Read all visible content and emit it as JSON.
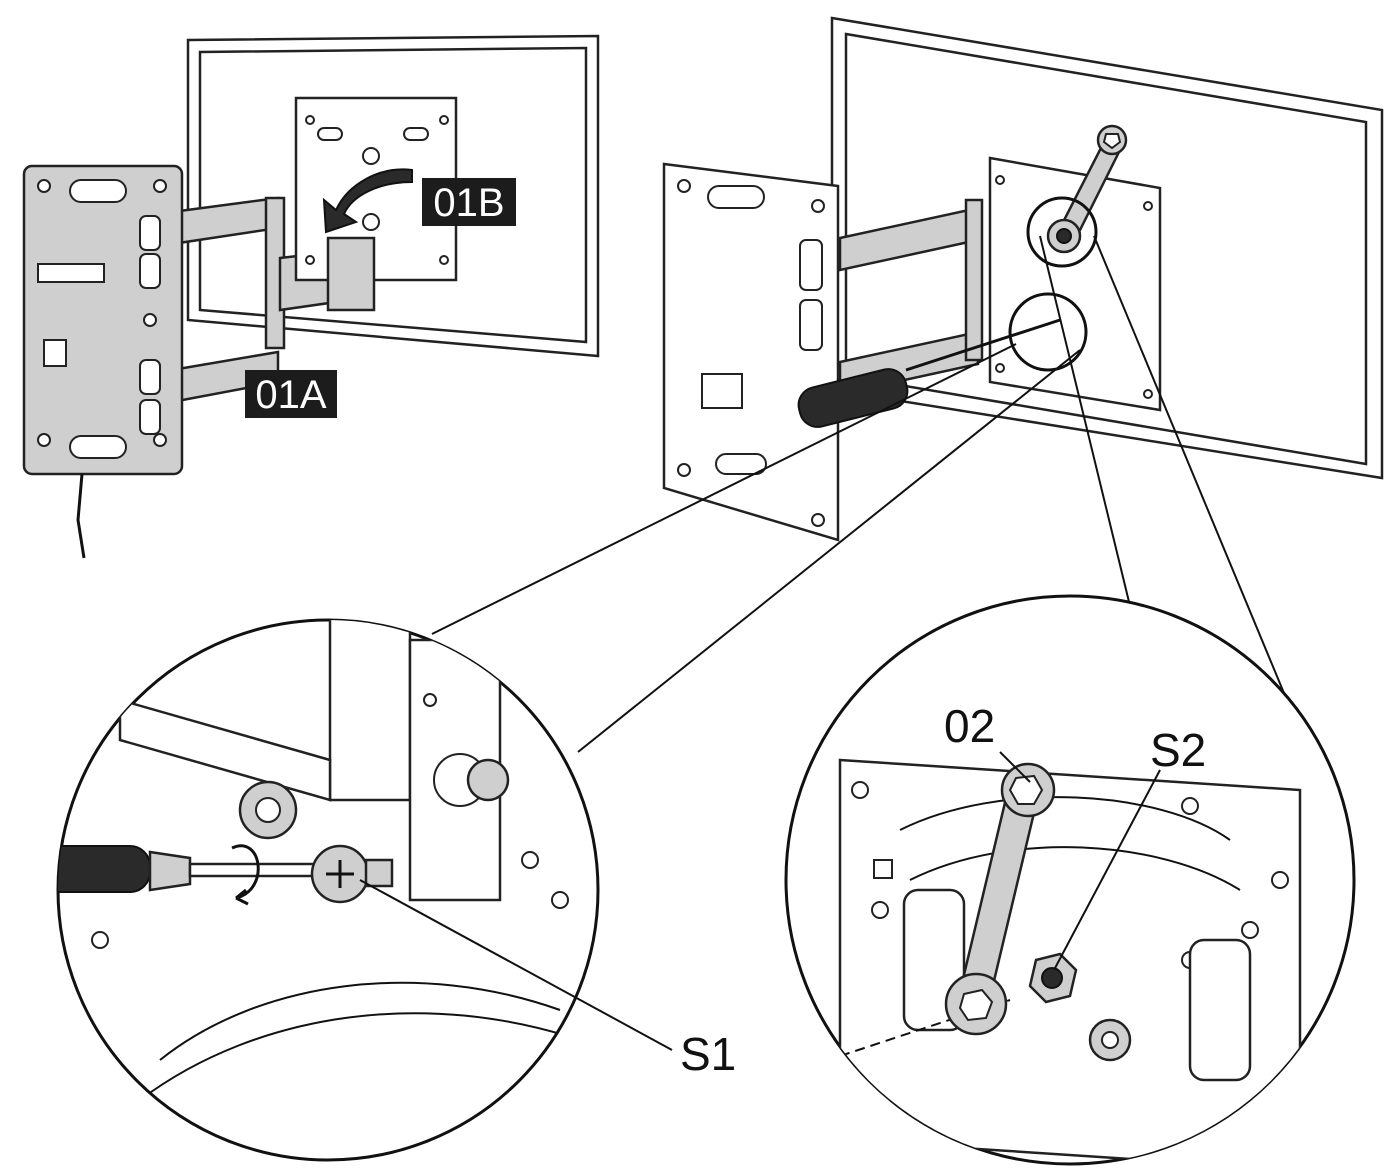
{
  "labels": {
    "step_a": "01A",
    "step_b": "01B",
    "screw_1": "S1",
    "screw_2": "S2",
    "wrench": "02"
  },
  "colors": {
    "tag_background": "#1c1c1c",
    "tag_text": "#ffffff",
    "line_art": "#111111",
    "metal": "#cfcfcf"
  },
  "icons": [
    "screwdriver-icon",
    "wrench-icon",
    "rotate-arrow-icon",
    "curved-arrow-icon"
  ]
}
